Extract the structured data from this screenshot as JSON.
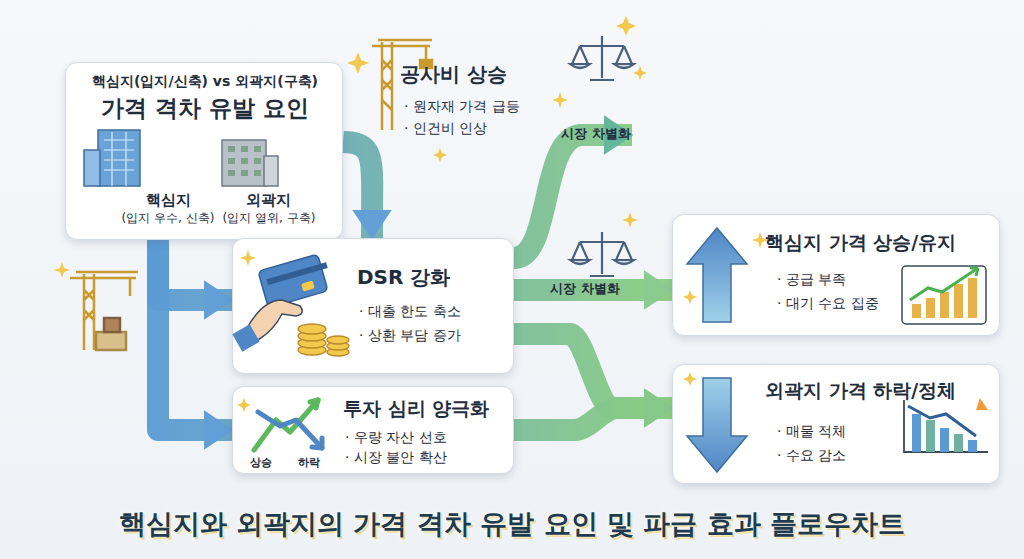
{
  "diagram": {
    "title": "핵심지와 외곽지의 가격 격차 유발 요인 및 파급 효과 플로우차트",
    "nodes": [
      {
        "text": [
          "핵심지(입지/신축) vs 외곽지(구축)",
          "가격 격차 유발 요인",
          "핵심지",
          "(입지 우수, 신축)",
          "외곽지",
          "(입지 열위, 구축)"
        ]
      },
      {
        "text": [
          "공사비 상승",
          "· 원자재 가격 급등",
          "· 인건비 인상"
        ]
      },
      {
        "text": [
          "DSR 강화",
          "· 대출 한도 축소",
          "· 상환 부담 증가"
        ]
      },
      {
        "text": [
          "투자 심리 양극화",
          "· 우량 자산 선호",
          "· 시장 불안 확산"
        ]
      },
      {
        "text": [
          "핵심지 가격 상승/유지",
          "· 공급 부족",
          "· 대기 수요 집중"
        ]
      },
      {
        "text": [
          "외곽지 가격 하락/정체",
          "· 매물 적체",
          "· 수요 감소"
        ]
      }
    ],
    "edges": [
      {
        "from": 0,
        "to": 2,
        "arrow": "to"
      },
      {
        "from": 0,
        "to": 2,
        "arrow": "to"
      },
      {
        "from": 0,
        "to": 3,
        "arrow": "to"
      },
      {
        "from": 2,
        "to": 4,
        "label": "시장 차별화",
        "arrow": "to"
      },
      {
        "from": 2,
        "to": 5,
        "arrow": "to"
      },
      {
        "from": 3,
        "to": 5,
        "arrow": "to"
      }
    ],
    "labels": [
      "시장 차별화",
      "상승",
      "하락"
    ]
  }
}
